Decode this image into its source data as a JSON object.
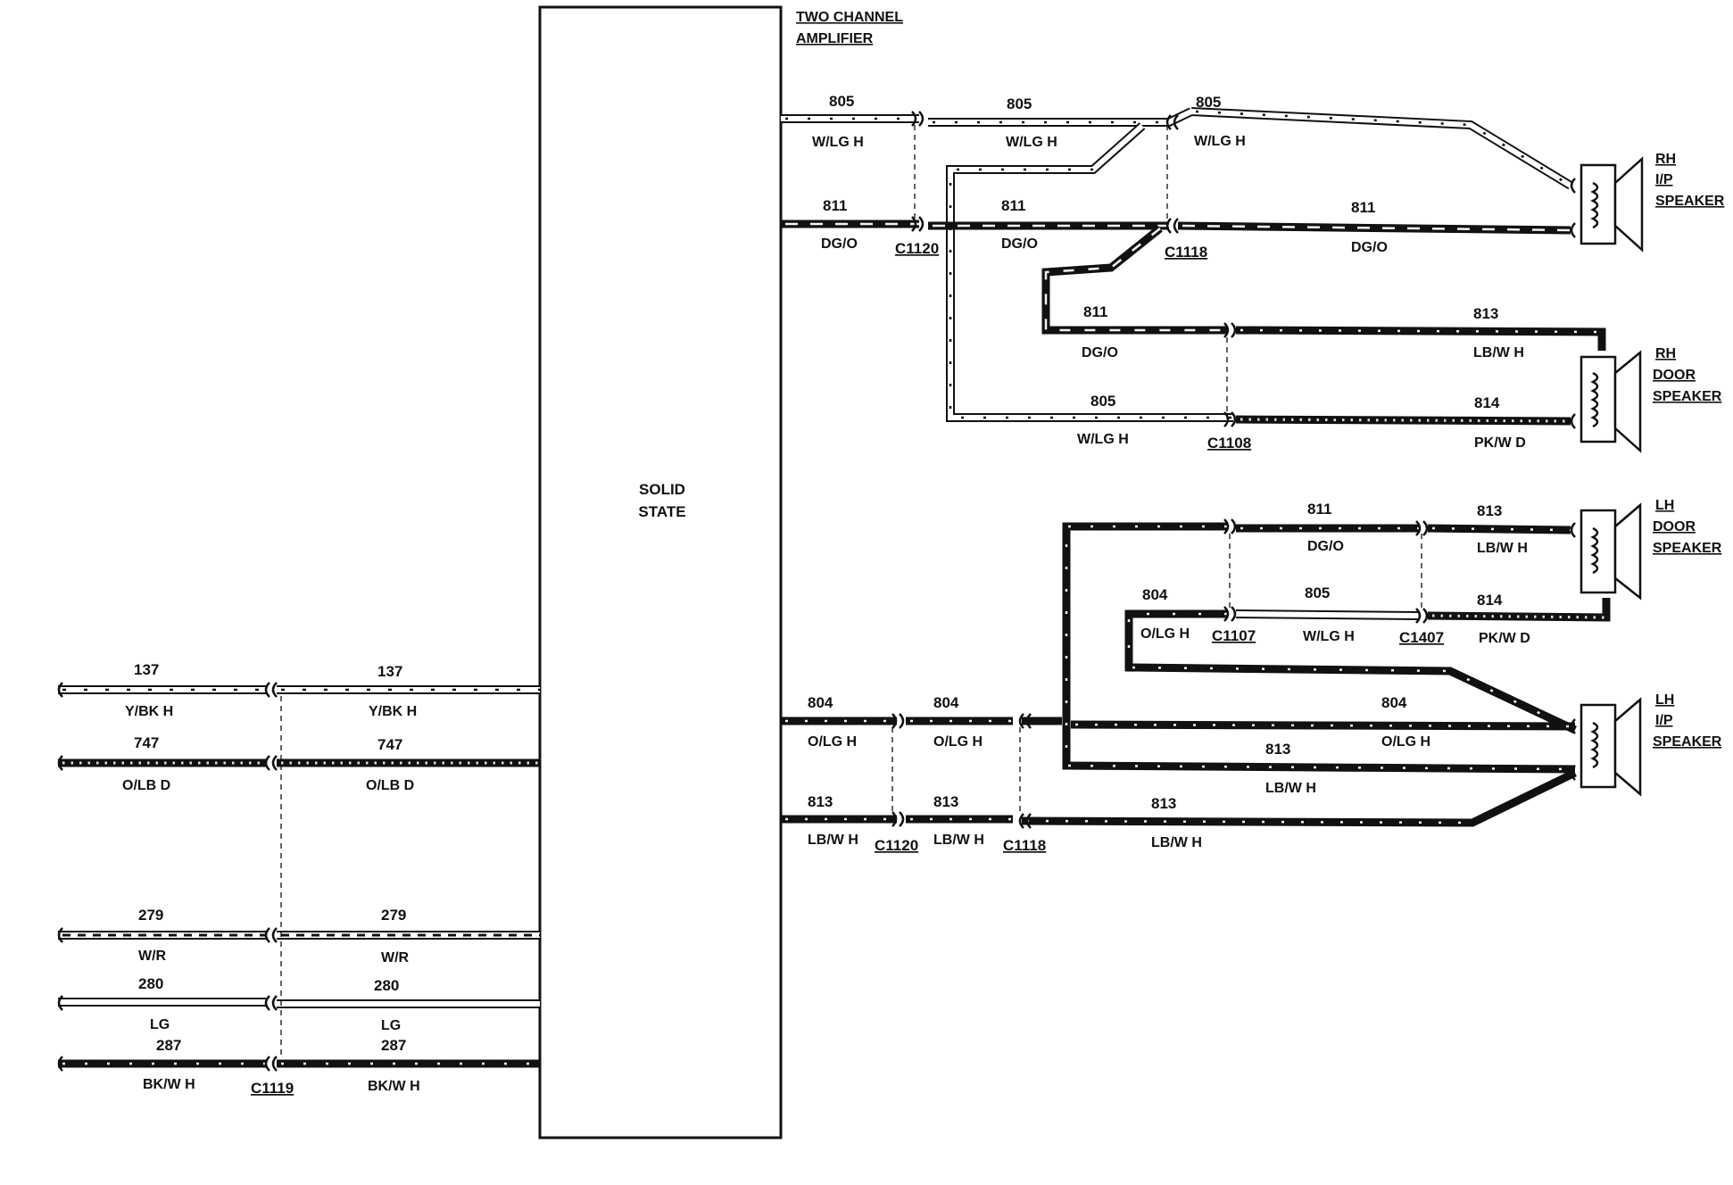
{
  "header": {
    "title_line1": "TWO CHANNEL",
    "title_line2": "AMPLIFIER"
  },
  "module": {
    "label_line1": "SOLID",
    "label_line2": "STATE"
  },
  "speakers": {
    "rh_ip": [
      "RH",
      "I/P",
      "SPEAKER"
    ],
    "rh_door": [
      "RH",
      "DOOR",
      "SPEAKER"
    ],
    "lh_door": [
      "LH",
      "DOOR",
      "SPEAKER"
    ],
    "lh_ip": [
      "LH",
      "I/P",
      "SPEAKER"
    ]
  },
  "connectors": {
    "c1120_top": "C1120",
    "c1118_top": "C1118",
    "c1108": "C1108",
    "c1107": "C1107",
    "c1407": "C1407",
    "c1120_bottom": "C1120",
    "c1118_bottom": "C1118",
    "c1119": "C1119"
  },
  "wires": {
    "rh_805_a": {
      "num": "805",
      "color": "W/LG H"
    },
    "rh_805_b": {
      "num": "805",
      "color": "W/LG H"
    },
    "rh_805_c": {
      "num": "805",
      "color": "W/LG H"
    },
    "rh_811_a": {
      "num": "811",
      "color": "DG/O"
    },
    "rh_811_b": {
      "num": "811",
      "color": "DG/O"
    },
    "rh_811_c": {
      "num": "811",
      "color": "DG/O"
    },
    "rh_811_d": {
      "num": "811",
      "color": "DG/O"
    },
    "rh_813": {
      "num": "813",
      "color": "LB/W H"
    },
    "rh_805_d": {
      "num": "805",
      "color": "W/LG H"
    },
    "rh_814": {
      "num": "814",
      "color": "PK/W D"
    },
    "lh_811": {
      "num": "811",
      "color": "DG/O"
    },
    "lh_813_door": {
      "num": "813",
      "color": "LB/W H"
    },
    "lh_804_loop": {
      "num": "804",
      "color": "O/LG H"
    },
    "lh_805": {
      "num": "805",
      "color": "W/LG H"
    },
    "lh_814": {
      "num": "814",
      "color": "PK/W D"
    },
    "out_804_a": {
      "num": "804",
      "color": "O/LG H"
    },
    "out_804_b": {
      "num": "804",
      "color": "O/LG H"
    },
    "out_804_c": {
      "num": "804",
      "color": "O/LG H"
    },
    "out_813_a": {
      "num": "813",
      "color": "LB/W H"
    },
    "out_813_b": {
      "num": "813",
      "color": "LB/W H"
    },
    "out_813_c": {
      "num": "813",
      "color": "LB/W H"
    },
    "out_813_d": {
      "num": "813",
      "color": "LB/W H"
    },
    "in_137_a": {
      "num": "137",
      "color": "Y/BK H"
    },
    "in_137_b": {
      "num": "137",
      "color": "Y/BK H"
    },
    "in_747_a": {
      "num": "747",
      "color": "O/LB D"
    },
    "in_747_b": {
      "num": "747",
      "color": "O/LB D"
    },
    "in_279_a": {
      "num": "279",
      "color": "W/R"
    },
    "in_279_b": {
      "num": "279",
      "color": "W/R"
    },
    "in_280_a": {
      "num": "280",
      "color": "LG"
    },
    "in_280_b": {
      "num": "280",
      "color": "LG"
    },
    "in_287_a": {
      "num": "287",
      "color": "BK/W H"
    },
    "in_287_b": {
      "num": "287",
      "color": "BK/W H"
    }
  }
}
